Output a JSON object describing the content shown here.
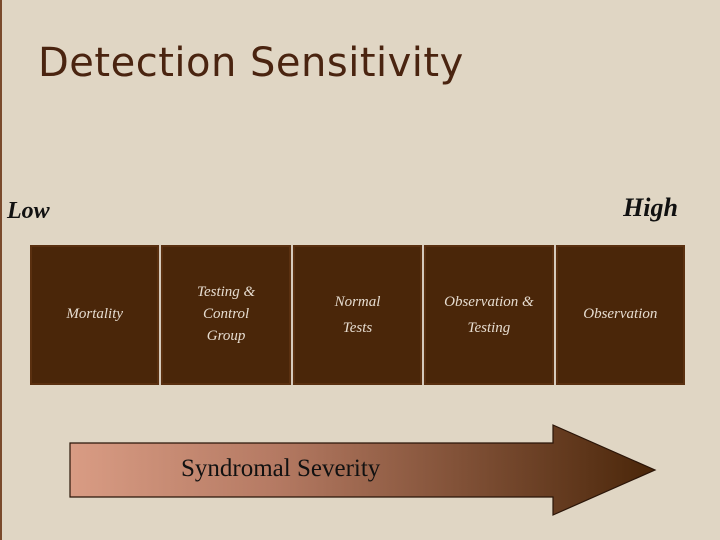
{
  "title": "Detection Sensitivity",
  "scale": {
    "low_label": "Low",
    "high_label": "High"
  },
  "categories": [
    {
      "label": "Mortality"
    },
    {
      "label": "Testing & Control Group"
    },
    {
      "label": "Normal Tests"
    },
    {
      "label": "Observation & Testing"
    },
    {
      "label": "Observation"
    }
  ],
  "arrow": {
    "label": "Syndromal Severity",
    "gradient_start": "#d99c84",
    "gradient_end": "#4a2609"
  },
  "colors": {
    "background": "#e0d6c4",
    "title": "#4a2410",
    "cell_fill": "#4a2609",
    "cell_text": "#e6dcd0"
  }
}
